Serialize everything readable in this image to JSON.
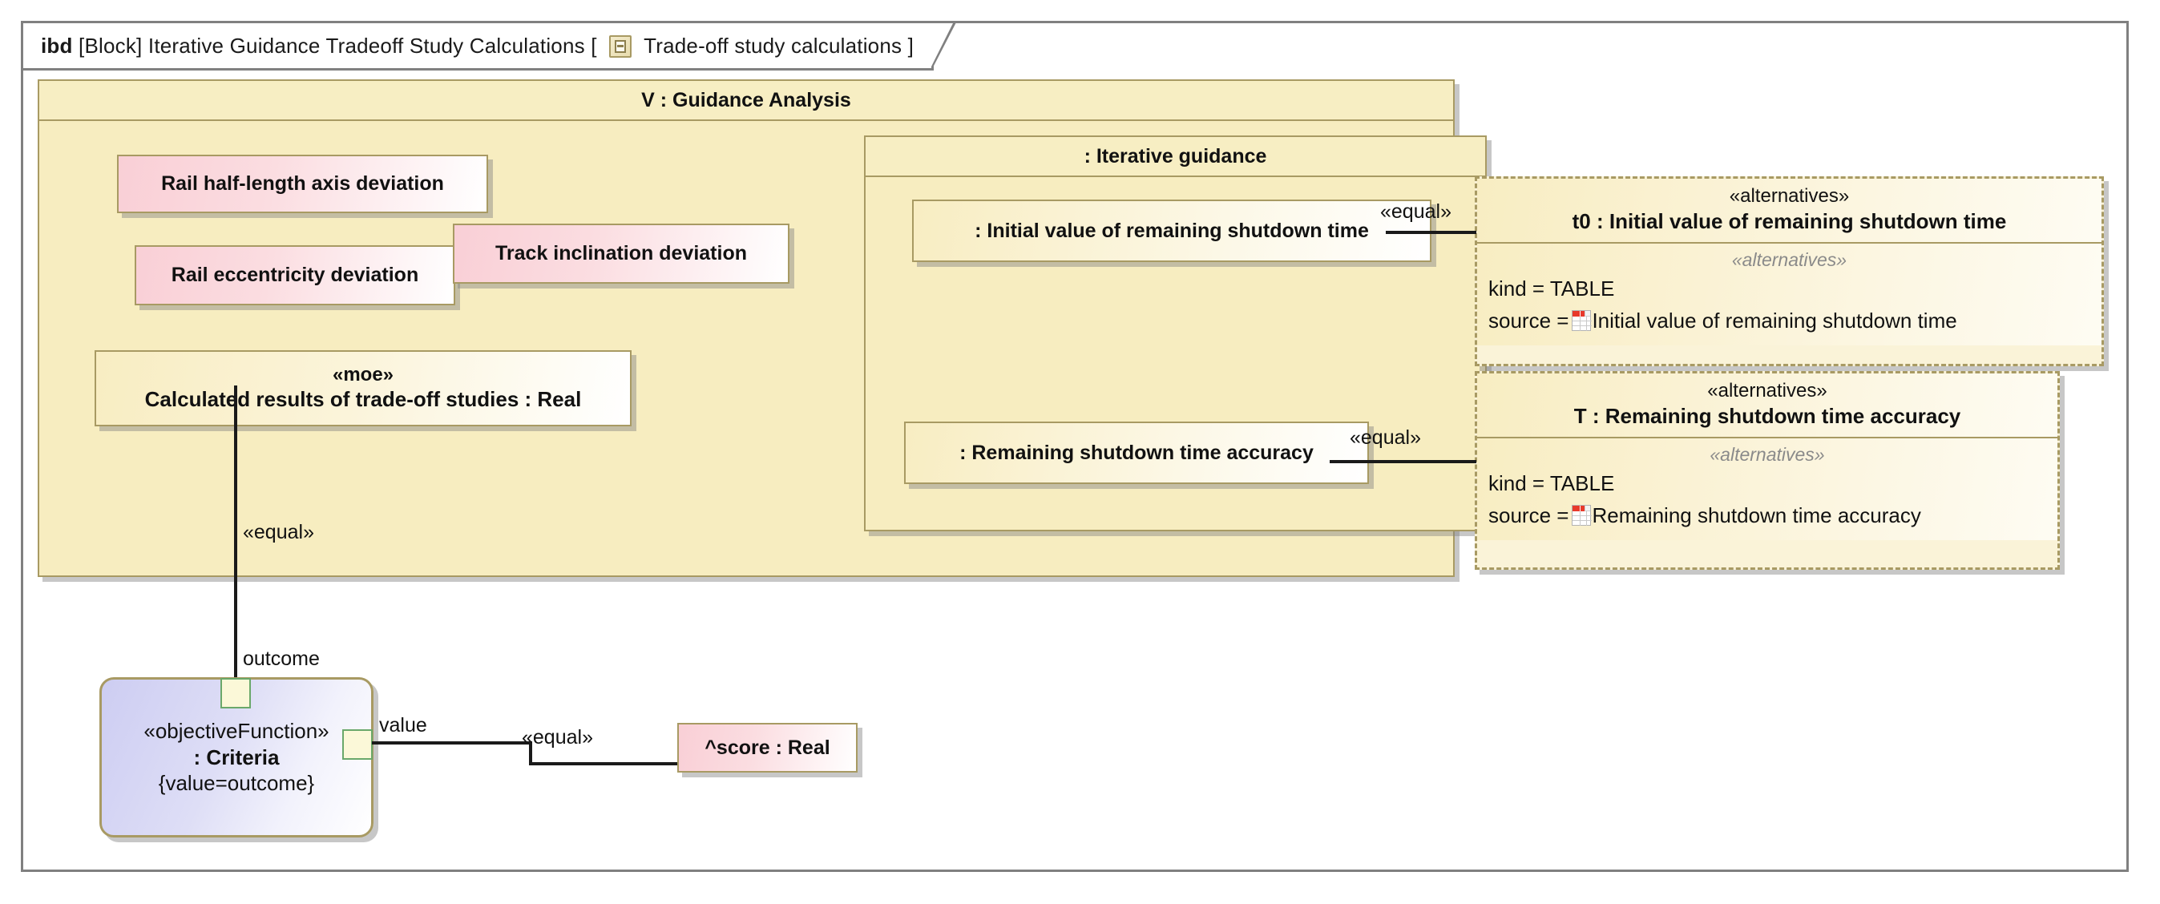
{
  "frame": {
    "kind": "ibd",
    "scope": "[Block]",
    "block_name": "Iterative Guidance Tradeoff Study Calculations",
    "open_bracket": "[",
    "close_bracket": "]",
    "icon": "block-diagram-icon",
    "view_name": "Trade-off study calculations"
  },
  "guidance_analysis": {
    "title": "V : Guidance Analysis",
    "parts": [
      {
        "label": "Rail half-length axis deviation"
      },
      {
        "label": "Rail eccentricity deviation"
      },
      {
        "label": "Track inclination deviation"
      }
    ],
    "moe": {
      "stereotype": "«moe»",
      "name": "Calculated results of trade-off studies : Real"
    },
    "iterative_guidance": {
      "title": ": Iterative guidance",
      "parts": [
        {
          "label": ": Initial value of remaining shutdown time"
        },
        {
          "label": ": Remaining shutdown time accuracy"
        }
      ]
    }
  },
  "alternatives_blocks": [
    {
      "stereotype": "«alternatives»",
      "name": "t0 : Initial value of remaining shutdown time",
      "compartment_stereotype": "«alternatives»",
      "properties": [
        {
          "text": "kind = TABLE",
          "icon": null
        },
        {
          "prefix": "source = ",
          "icon": "table-icon",
          "text": "Initial value of remaining shutdown time"
        }
      ]
    },
    {
      "stereotype": "«alternatives»",
      "name": "T : Remaining shutdown time accuracy",
      "compartment_stereotype": "«alternatives»",
      "properties": [
        {
          "text": "kind = TABLE",
          "icon": null
        },
        {
          "prefix": "source = ",
          "icon": "table-icon",
          "text": "Remaining shutdown time accuracy"
        }
      ]
    }
  ],
  "criteria": {
    "stereotype": "«objectiveFunction»",
    "name": ": Criteria",
    "constraint": "{value=outcome}",
    "ports": [
      {
        "name": "outcome"
      },
      {
        "name": "value"
      }
    ]
  },
  "score": {
    "label": "^score : Real"
  },
  "connectors": [
    {
      "label": "«equal»",
      "from": ": Initial value of remaining shutdown time",
      "to": "t0 : Initial value of remaining shutdown time"
    },
    {
      "label": "«equal»",
      "from": ": Remaining shutdown time accuracy",
      "to": "T : Remaining shutdown time accuracy"
    },
    {
      "label": "«equal»",
      "from": "Calculated results of trade-off studies : Real",
      "to": "outcome"
    },
    {
      "label": "«equal»",
      "from": "value",
      "to": "^score : Real"
    }
  ],
  "colors": {
    "frame_border": "#808080",
    "block_border": "#a89a63",
    "yellow_fill": "#f7edc0",
    "pink_fill": "#f9cfd6",
    "criteria_fill": "#cdcdf2",
    "port_fill": "#fbf8d8",
    "port_border": "#6aa86a",
    "connector": "#1a1a1a",
    "table_icon_red": "#e8392b"
  }
}
